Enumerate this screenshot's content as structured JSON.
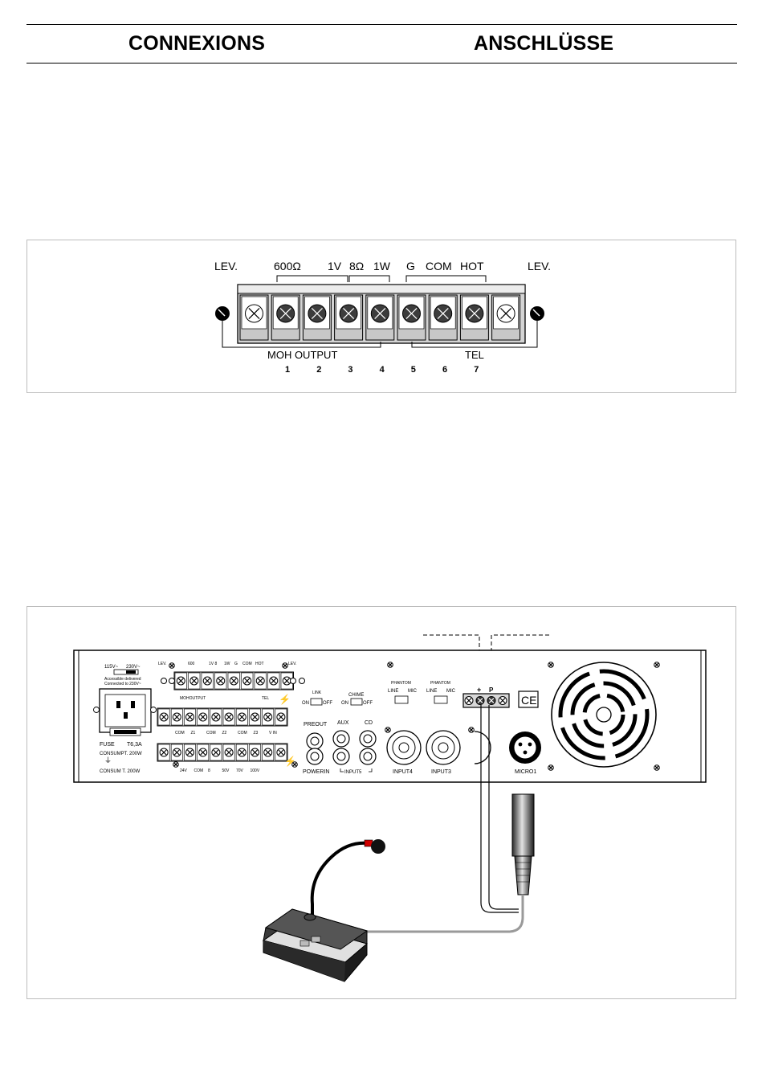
{
  "header": {
    "title_left": "CONNEXIONS",
    "title_right": "ANSCHLÜSSE"
  },
  "terminal_diagram": {
    "lev_left": "LEV.",
    "lev_right": "LEV.",
    "labels_top": [
      "600Ω",
      "1V",
      "8Ω",
      "1W",
      "G",
      "COM",
      "HOT"
    ],
    "group_moh": "MOH OUTPUT",
    "group_tel": "TEL",
    "numbers": [
      "1",
      "2",
      "3",
      "4",
      "5",
      "6",
      "7"
    ]
  },
  "rear_panel": {
    "voltage_115": "115V~",
    "voltage_230": "230V~",
    "delivered_1": "Accessible delivered",
    "delivered_2": "Connected to 230V~",
    "fuse": "FUSE",
    "fuse_rating": "T6,3A",
    "consumption_1": "CONSUMPT. 200W",
    "consumption_2": "CONSUM  T. 200W",
    "lev_left": "LEV.",
    "lev_right": "LEV.",
    "mini_labels_top": [
      "600",
      "1V 8",
      "1W",
      "G",
      "COM",
      "HOT"
    ],
    "moh_output": "MOHOUTPUT",
    "tel": "TEL",
    "zones_labels": [
      "COM",
      "Z1",
      "COM",
      "Z2",
      "COM",
      "Z3",
      "V IN"
    ],
    "power_labels": [
      "24V",
      "COM",
      "8",
      "50V",
      "70V",
      "100V"
    ],
    "link": "LINK",
    "chime": "CHIME",
    "on": "ON",
    "off": "OFF",
    "preout": "PREOUT",
    "powerin": "POWERIN",
    "aux": "AUX",
    "cd": "CD",
    "input5": "INPUT5",
    "phantom": "PHANTOM",
    "line": "LINE",
    "mic": "MIC",
    "input4": "INPUT4",
    "input3": "INPUT3",
    "plus": "+",
    "p": "P",
    "ce": "CE",
    "micro1": "MICRO1"
  }
}
